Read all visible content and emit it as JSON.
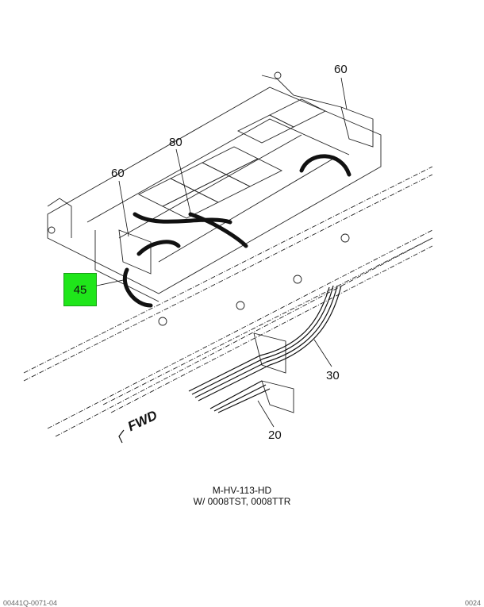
{
  "callouts": {
    "c60_top": "60",
    "c80": "80",
    "c60_left": "60",
    "c45": "45",
    "c30": "30",
    "c20": "20"
  },
  "fwd_label": "FWD",
  "caption": {
    "line1": "M-HV-113-HD",
    "line2": "W/ 0008TST, 0008TTR"
  },
  "highlight_color": "#1fe61a",
  "footer": {
    "left": "00441Q-0071-04",
    "right": "0024"
  }
}
